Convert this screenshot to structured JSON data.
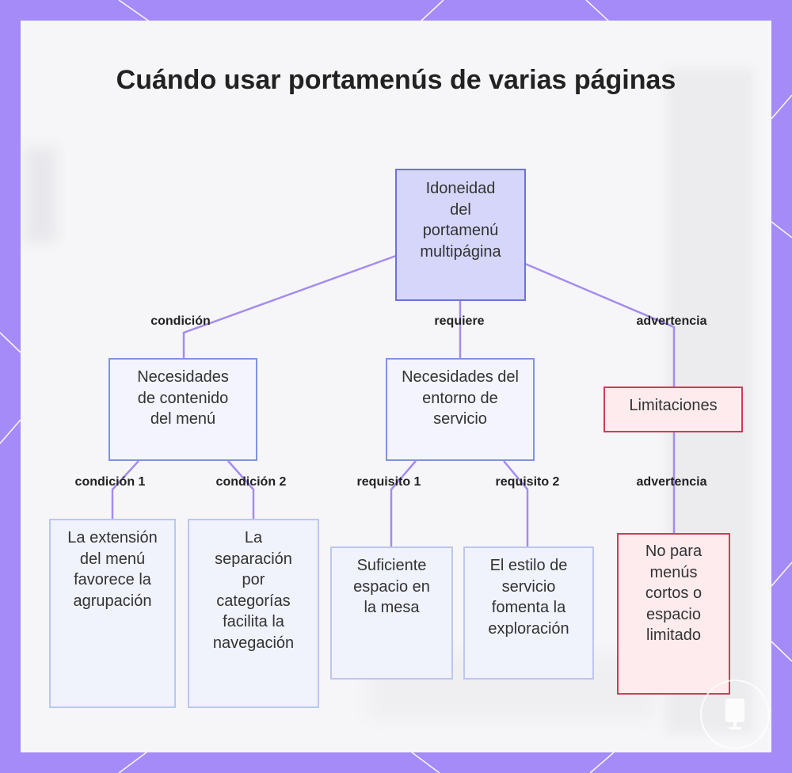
{
  "title": "Cuándo usar portamenús de varias páginas",
  "nodes": {
    "root": "Idoneidad del portamenú multipágina",
    "content": "Necesidades de contenido del menú",
    "service": "Necesidades del entorno de servicio",
    "limits": "Limitaciones",
    "leaf1": "La extensión del menú favorece la agrupación",
    "leaf2": "La separación por categorías facilita la navegación",
    "leaf3": "Suficiente espacio en la mesa",
    "leaf4": "El estilo de servicio fomenta la exploración",
    "leaf5": "No para menús cortos o espacio limitado"
  },
  "edges": {
    "condicion": "condición",
    "requiere": "requiere",
    "advertencia": "advertencia",
    "condicion1": "condición 1",
    "condicion2": "condición 2",
    "requisito1": "requisito 1",
    "requisito2": "requisito 2",
    "advertencia2": "advertencia"
  },
  "colors": {
    "frame": "#a48bf7",
    "edge": "#a48bf0",
    "root_fill": "#d6d6fa",
    "warning_border": "#cf3b57"
  },
  "icons": {
    "watermark": "monitor-icon"
  }
}
